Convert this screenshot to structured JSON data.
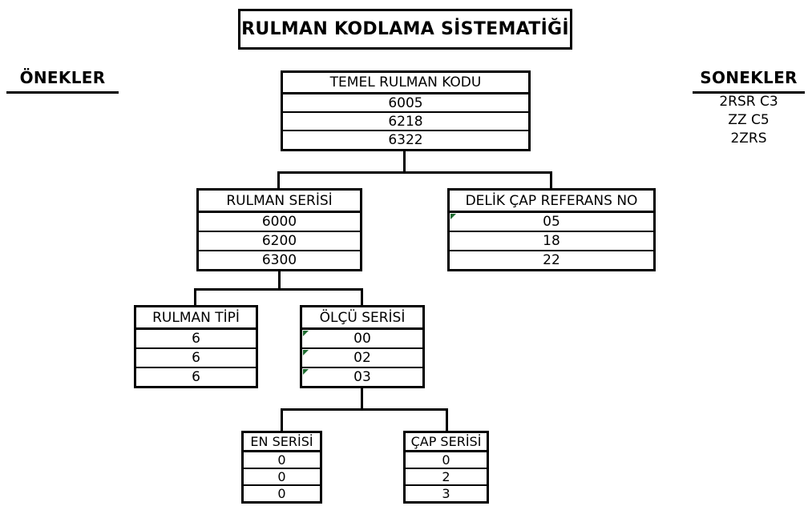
{
  "title": "RULMAN KODLAMA SİSTEMATİĞİ",
  "prefixes": {
    "label": "ÖNEKLER"
  },
  "suffixes": {
    "label": "SONEKLER",
    "items": [
      "2RSR C3",
      "ZZ C5",
      "2ZRS"
    ]
  },
  "tables": {
    "temel": {
      "header": "TEMEL RULMAN KODU",
      "rows": [
        "6005",
        "6218",
        "6322"
      ]
    },
    "rulman_serisi": {
      "header": "RULMAN SERİSİ",
      "rows": [
        "6000",
        "6200",
        "6300"
      ]
    },
    "delik_cap": {
      "header": "DELİK ÇAP REFERANS NO",
      "rows": [
        "05",
        "18",
        "22"
      ]
    },
    "rulman_tipi": {
      "header": "RULMAN TİPİ",
      "rows": [
        "6",
        "6",
        "6"
      ]
    },
    "olcu_serisi": {
      "header": "ÖLÇÜ SERİSİ",
      "rows": [
        "00",
        "02",
        "03"
      ]
    },
    "en_serisi": {
      "header": "EN SERİSİ",
      "rows": [
        "0",
        "0",
        "0"
      ]
    },
    "cap_serisi": {
      "header": "ÇAP SERİSİ",
      "rows": [
        "0",
        "2",
        "3"
      ]
    }
  },
  "colors": {
    "line": "#000000",
    "background": "#ffffff",
    "cell_flag_green": "#1e6b30"
  }
}
